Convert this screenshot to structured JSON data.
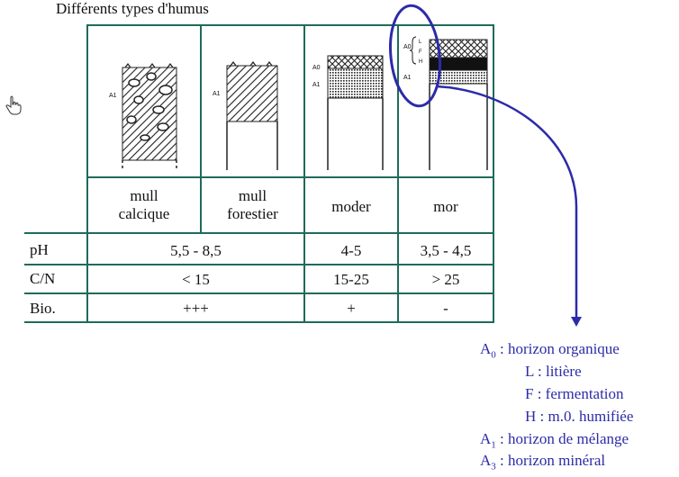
{
  "title": "Différents types d'humus",
  "types": [
    {
      "line1": "mull",
      "line2": "calcique"
    },
    {
      "line1": "mull",
      "line2": "forestier"
    },
    {
      "line1": "moder",
      "line2": ""
    },
    {
      "line1": "mor",
      "line2": ""
    }
  ],
  "rows": [
    {
      "label": "pH",
      "mull": "5,5 - 8,5",
      "moder": "4-5",
      "mor": "3,5 - 4,5"
    },
    {
      "label": "C/N",
      "mull": "< 15",
      "moder": "15-25",
      "mor": "> 25"
    },
    {
      "label": "Bio.",
      "mull": "+++",
      "moder": "+",
      "mor": "-"
    }
  ],
  "profile_labels": {
    "a1": "A1",
    "a0": "A0",
    "l": "L",
    "f": "F",
    "h": "H"
  },
  "legend": {
    "a0_sym": "A",
    "a0_sub": "0",
    "a0_text": " : horizon organique",
    "l_text": "L : litière",
    "f_text": "F : fermentation",
    "h_text": "H : m.0. humifiée",
    "a1_sym": "A",
    "a1_sub": "1",
    "a1_text": " : horizon de mélange",
    "a3_sym": "A",
    "a3_sub": "3",
    "a3_text": " : horizon minéral"
  },
  "colors": {
    "grid": "#1f6b5a",
    "highlight": "#2c2ba8"
  },
  "icons": {
    "cursor": "hand-pointer-icon"
  }
}
